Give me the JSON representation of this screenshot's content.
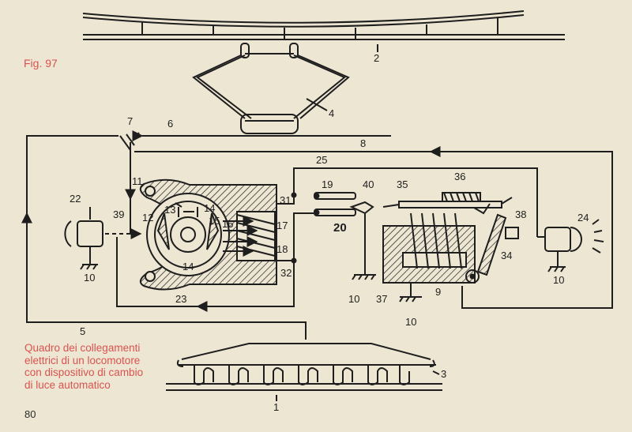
{
  "figure": {
    "label": "Fig. 97"
  },
  "caption": {
    "lines": [
      "Quadro dei collegamenti",
      "elettrici di un locomotore",
      "con dispositivo di cambio",
      "di luce automatico"
    ]
  },
  "page_number": "80",
  "labels": {
    "n1": "1",
    "n2": "2",
    "n3": "3",
    "n4": "4",
    "n5": "5",
    "n6": "6",
    "n7": "7",
    "n8": "8",
    "n9": "9",
    "n10a": "10",
    "n10b": "10",
    "n10c": "10",
    "n10d": "10",
    "n11": "11",
    "n12": "12",
    "n13": "13",
    "n14a": "14",
    "n14b": "14",
    "n15": "15",
    "n16": "16",
    "n17": "17",
    "n18": "18",
    "n19": "19",
    "n20": "20",
    "n22": "22",
    "n23": "23",
    "n24": "24",
    "n25": "25",
    "n31": "31",
    "n32": "32",
    "n34": "34",
    "n35": "35",
    "n36": "36",
    "n37": "37",
    "n38": "38",
    "n39": "39",
    "n40": "40"
  },
  "colors": {
    "accent_red": "#d9534f",
    "ink": "#1e1e1e",
    "paper": "#ede6d3"
  }
}
